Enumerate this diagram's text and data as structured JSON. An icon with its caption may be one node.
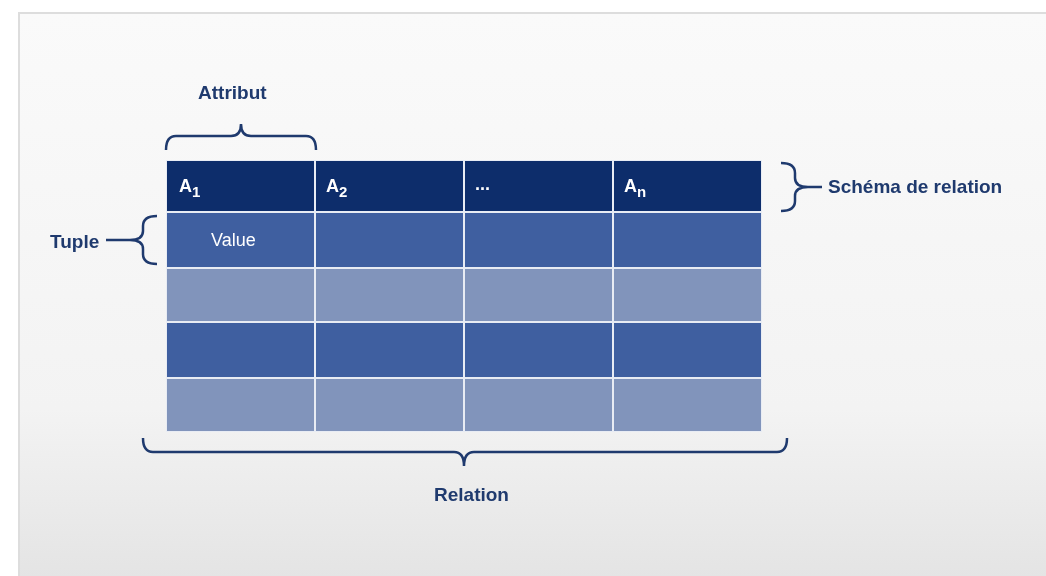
{
  "diagram": {
    "labels": [
      "Attribut",
      "A$_{1}$",
      "A$_{2}$",
      "...",
      "A$_{n}$",
      "Schéma de relation",
      "Tuple",
      "Value",
      "Relation"
    ]
  }
}
